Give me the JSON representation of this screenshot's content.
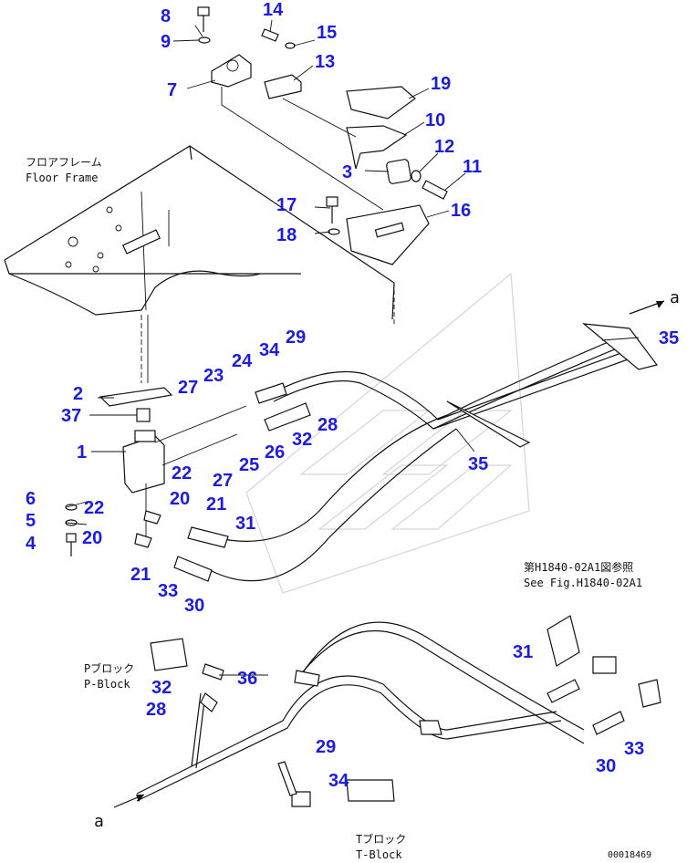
{
  "callouts": {
    "p1": "1",
    "p2": "2",
    "p3": "3",
    "p4": "4",
    "p5": "5",
    "p6": "6",
    "p7": "7",
    "p8": "8",
    "p9": "9",
    "p10": "10",
    "p11": "11",
    "p12": "12",
    "p13": "13",
    "p14": "14",
    "p15": "15",
    "p16": "16",
    "p17": "17",
    "p18": "18",
    "p19": "19",
    "p20a": "20",
    "p20b": "20",
    "p21a": "21",
    "p21b": "21",
    "p22a": "22",
    "p22b": "22",
    "p23": "23",
    "p24": "24",
    "p25": "25",
    "p26": "26",
    "p27a": "27",
    "p27b": "27",
    "p28a": "28",
    "p28b": "28",
    "p29a": "29",
    "p29b": "29",
    "p30a": "30",
    "p30b": "30",
    "p31a": "31",
    "p31b": "31",
    "p32a": "32",
    "p32b": "32",
    "p33a": "33",
    "p33b": "33",
    "p34a": "34",
    "p34b": "34",
    "p35a": "35",
    "p35b": "35",
    "p36": "36",
    "p37": "37"
  },
  "labels": {
    "floor_frame_jp": "フロアフレーム",
    "floor_frame_en": "Floor Frame",
    "see_fig_jp": "第H1840-02A1図参照",
    "see_fig_en": "See Fig.H1840-02A1",
    "p_block_jp": "Pブロック",
    "p_block_en": "P-Block",
    "t_block_jp": "Tブロック",
    "t_block_en": "T-Block",
    "arrow_a_top": "a",
    "arrow_a_bottom": "a",
    "drawing_number": "00018469"
  },
  "colors": {
    "callout": "#1c1ce0",
    "line": "#111111",
    "background": "#ffffff"
  }
}
